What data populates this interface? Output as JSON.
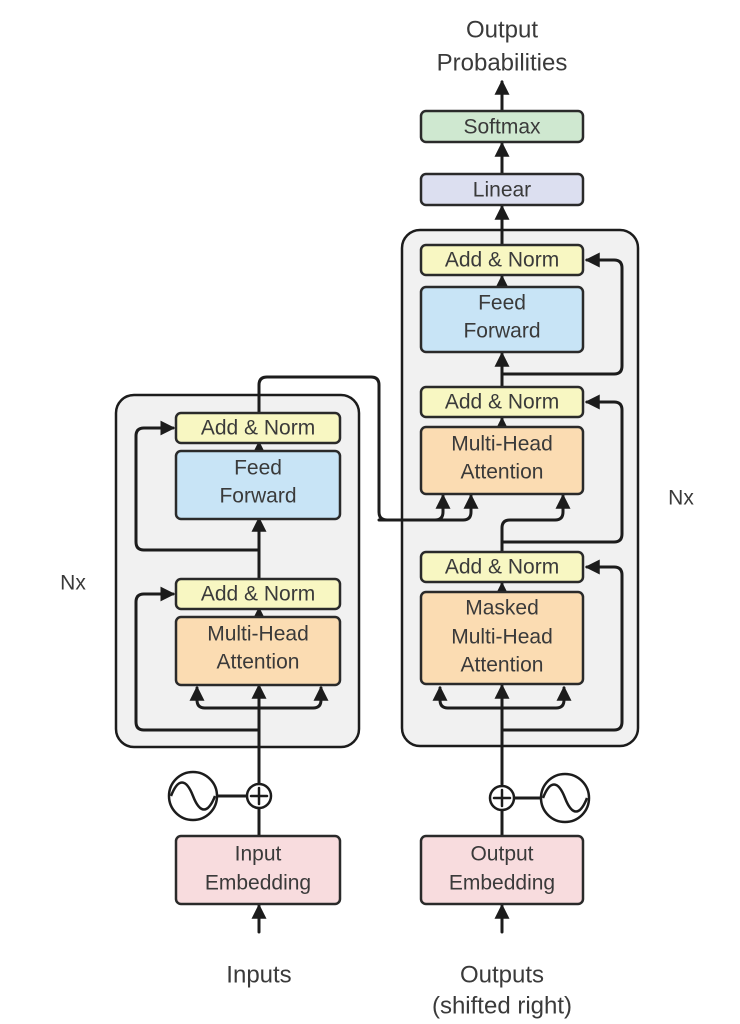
{
  "colors": {
    "add_norm": "#f8f7c2",
    "feed_forward": "#c8e4f6",
    "attention": "#fbdcb2",
    "embedding": "#f8dcde",
    "linear": "#dcdff0",
    "softmax": "#cfe8d0",
    "frame": "#f1f1f1",
    "line": "#1c1c1c"
  },
  "encoder": {
    "add_norm_top": "Add & Norm",
    "feed_forward": [
      "Feed",
      "Forward"
    ],
    "add_norm_bottom": "Add & Norm",
    "attention": [
      "Multi-Head",
      "Attention"
    ],
    "repeat": "Nx",
    "embedding": [
      "Input",
      "Embedding"
    ],
    "input_label": "Inputs"
  },
  "decoder": {
    "add_norm_top": "Add & Norm",
    "feed_forward": [
      "Feed",
      "Forward"
    ],
    "add_norm_mid": "Add & Norm",
    "cross_attention": [
      "Multi-Head",
      "Attention"
    ],
    "add_norm_bottom": "Add & Norm",
    "masked_attention": [
      "Masked",
      "Multi-Head",
      "Attention"
    ],
    "repeat": "Nx",
    "embedding": [
      "Output",
      "Embedding"
    ],
    "input_label": [
      "Outputs",
      "(shifted right)"
    ]
  },
  "head": {
    "linear": "Linear",
    "softmax": "Softmax",
    "output_label": [
      "Output",
      "Probabilities"
    ]
  },
  "icons": {
    "positional_encoding": "sine-wave-icon",
    "add": "plus-circle-icon"
  }
}
